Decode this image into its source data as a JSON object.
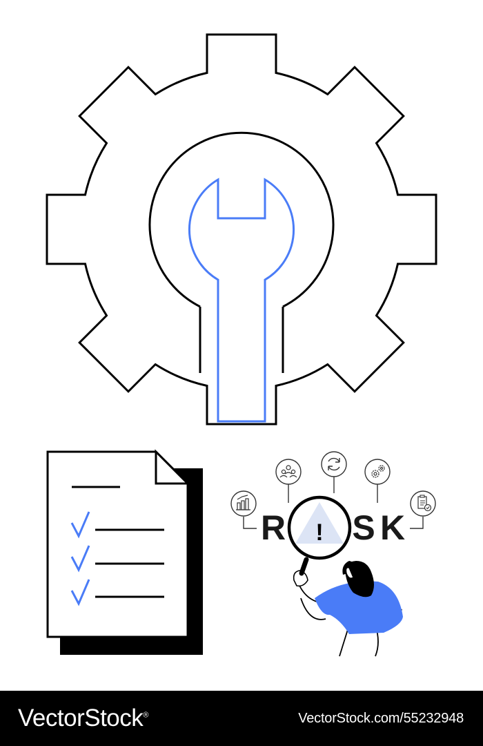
{
  "illustration": {
    "word_letters": [
      "R",
      "S",
      "K"
    ],
    "alert_symbol": "!",
    "icons": [
      "bar-chart-icon",
      "people-icon",
      "refresh-icon",
      "gears-icon",
      "clipboard-check-icon"
    ]
  },
  "footer": {
    "brand": "VectorStock",
    "brand_mark": "®",
    "stock_id": "VectorStock.com/55232948"
  },
  "colors": {
    "accent": "#4a7cf7",
    "ink": "#000000",
    "warning_fill": "#dce4f5"
  }
}
